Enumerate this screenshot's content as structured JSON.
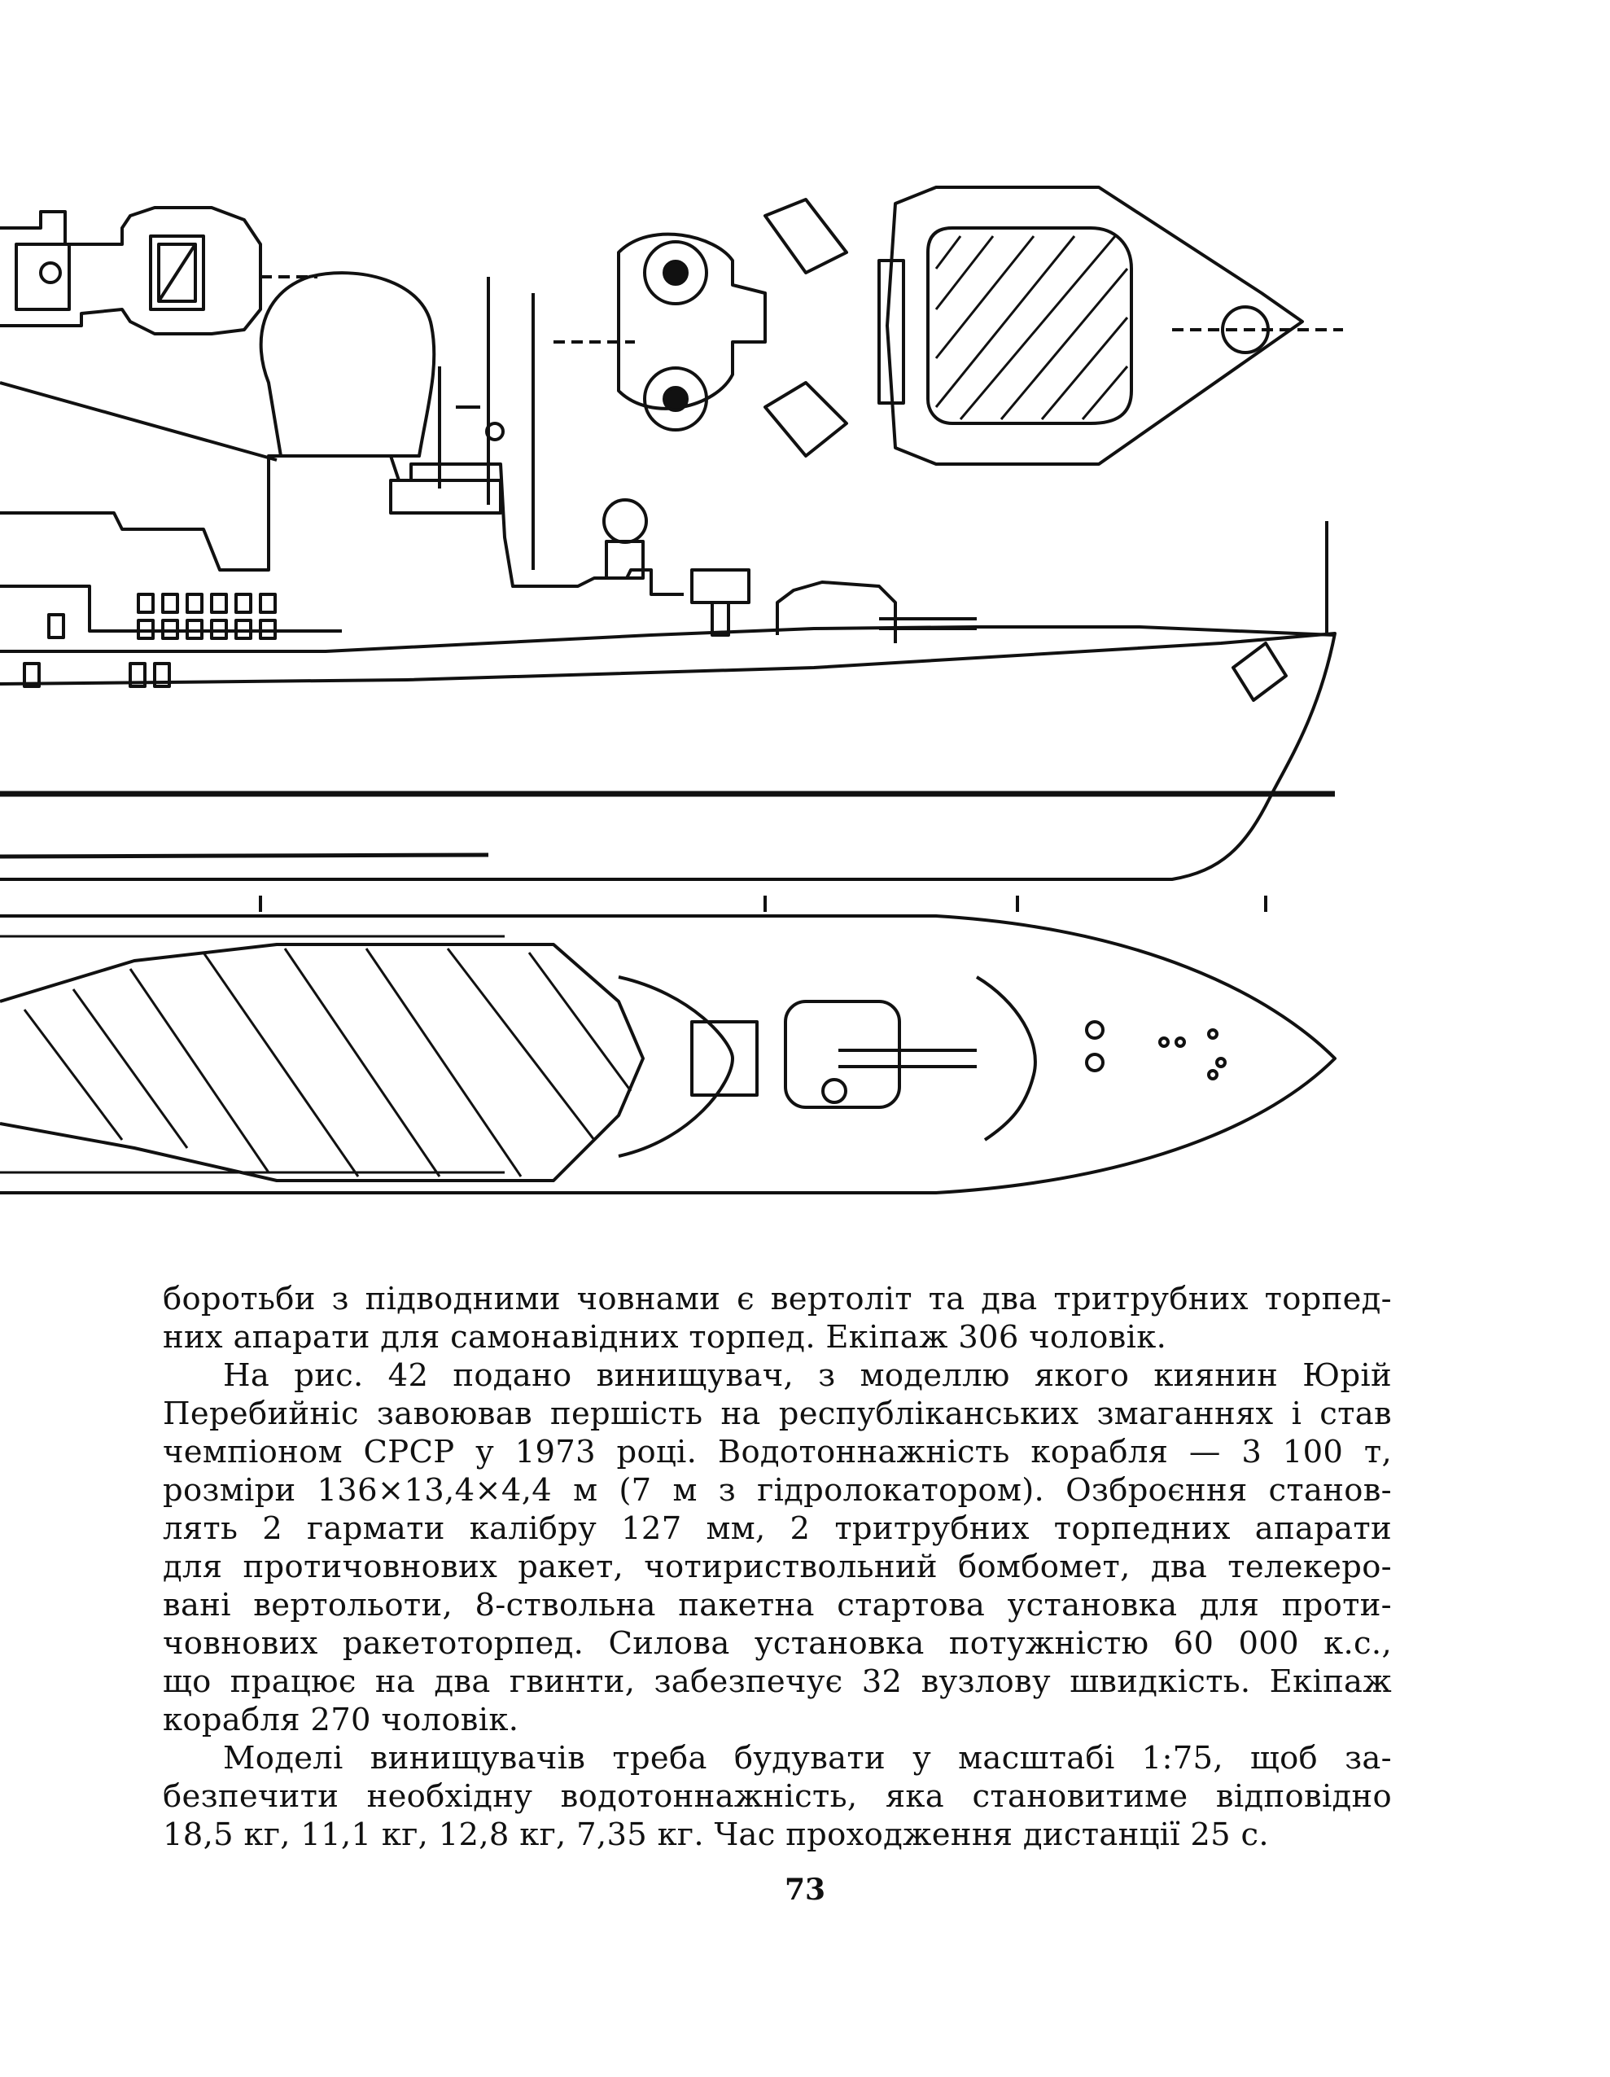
{
  "paragraphs": [
    {
      "lines": [
        "боротьби з підводними човнами є вертоліт та два тритрубних торпед-",
        "них апарати для самонавідних торпед. Екіпаж 306 чоловік."
      ]
    },
    {
      "lines": [
        "На рис. 42 подано винищувач, з моделлю якого киянин Юрій",
        "Перебийніс завоював першість на республіканських змаганнях і став",
        "чемпіоном СРСР у 1973 році. Водотоннажність корабля — 3 100 т,",
        "розміри 136×13,4×4,4 м (7 м з гідролокатором). Озброєння станов-",
        "лять 2 гармати калібру 127 мм, 2 тритрубних торпедних апарати",
        "для протичовнових ракет, чотириствольний бомбомет, два телекеро-",
        "вані вертольоти, 8-ствольна пакетна стартова установка для проти-",
        "човнових ракетоторпед. Силова установка потужністю 60 000 к.с.,",
        "що працює на два гвинти, забезпечує 32 вузлову швидкість. Екіпаж",
        "корабля 270 чоловік."
      ]
    },
    {
      "lines": [
        "Моделі винищувачів треба будувати у масштабі 1:75, щоб за-",
        "безпечити необхідну водотоннажність, яка становитиме відповідно",
        "18,5 кг, 11,1 кг, 12,8 кг, 7,35 кг. Час проходження дистанції 25 с."
      ]
    }
  ],
  "page_number": "73"
}
